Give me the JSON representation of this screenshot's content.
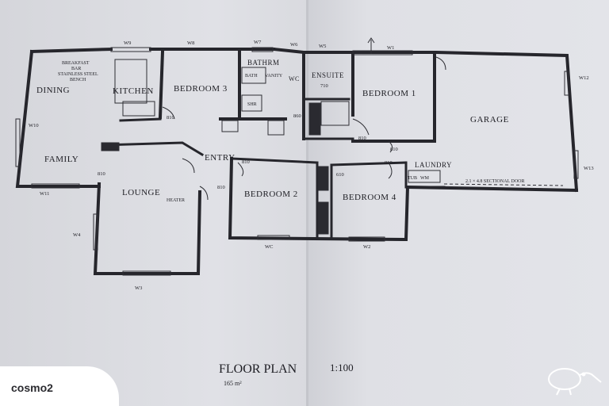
{
  "rooms": {
    "dining": "DINING",
    "kitchen": "KITCHEN",
    "bedroom3": "BEDROOM 3",
    "bathroom": "BATHRM",
    "wc": "WC",
    "ensuite": "ENSUITE",
    "bedroom1": "BEDROOM 1",
    "garage": "GARAGE",
    "family": "FAMILY",
    "entry": "ENTRY",
    "lounge": "LOUNGE",
    "bedroom2": "BEDROOM 2",
    "bedroom4": "BEDROOM 4",
    "laundry": "LAUNDRY"
  },
  "notes": {
    "breakfast_bar": [
      "BREAKFAST",
      "BAR",
      "STAINLESS STEEL",
      "BENCH"
    ],
    "heater": "HEATER",
    "sectional_door": "2.1 × 4.8 SECTIONAL DOOR",
    "bath": "BATH",
    "vanity": "VANITY",
    "shower": "SHR",
    "wm": "WM",
    "tub": "TUB"
  },
  "window_marks": {
    "w9": "W9",
    "w8": "W8",
    "w7": "W7",
    "w6": "W6",
    "w5": "W5",
    "w10": "W10",
    "w11": "W11",
    "w4": "W4",
    "w3": "W3",
    "wc_mark": "WC",
    "w2": "W2",
    "w1": "W1",
    "w12": "W12",
    "w13": "W13"
  },
  "door_marks": {
    "d810": "810",
    "d860": "860",
    "d710": "710",
    "d610": "610"
  },
  "title_block": {
    "title": "FLOOR PLAN",
    "scale": "1:100",
    "subtitle": "165 m²"
  },
  "watermark": {
    "site": "cosmo2"
  },
  "colors": {
    "paper": "#dcdde2",
    "ink": "#1e1e24",
    "wall": "#26262c"
  }
}
